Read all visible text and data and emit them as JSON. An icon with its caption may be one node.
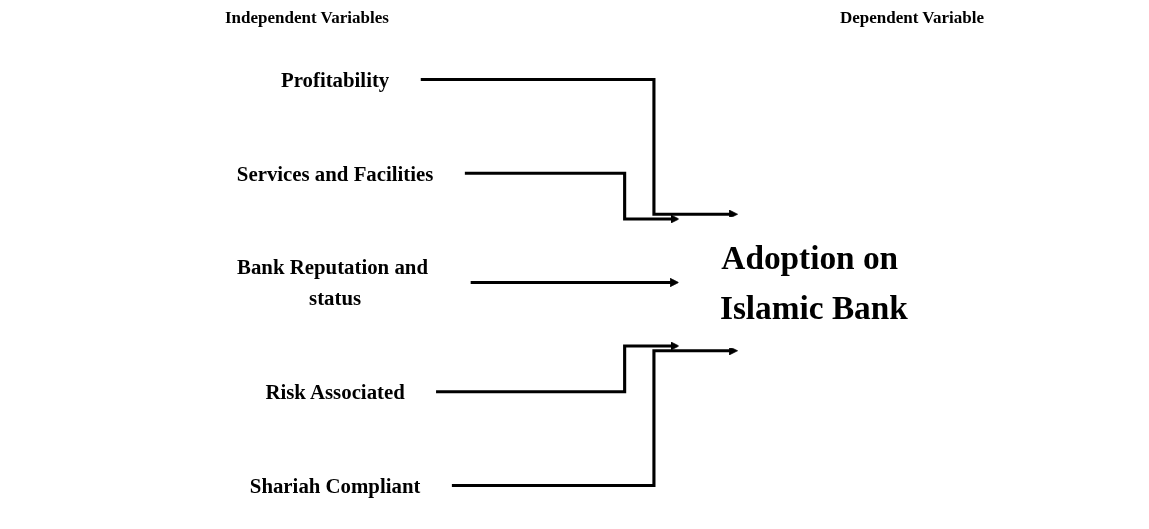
{
  "diagram": {
    "nodes": [
      {
        "text": [
          "Profitability"
        ]
      },
      {
        "text": [
          "Services and Facilities"
        ]
      },
      {
        "text": [
          "Bank Reputation and status"
        ]
      },
      {
        "text": [
          "Risk Associated"
        ]
      },
      {
        "text": [
          "Shariah Compliant"
        ]
      },
      {
        "text": [
          "Adoption on Islamic Bank"
        ]
      }
    ],
    "edges": [
      {
        "from": 0,
        "to": 5,
        "arrow": "to"
      },
      {
        "from": 1,
        "to": 5,
        "arrow": "to"
      },
      {
        "from": 2,
        "to": 5,
        "arrow": "to"
      },
      {
        "from": 3,
        "to": 5,
        "arrow": "to"
      },
      {
        "from": 4,
        "to": 5,
        "arrow": "to"
      }
    ],
    "labels": [
      "Independent Variables",
      "Dependent Variable"
    ]
  }
}
